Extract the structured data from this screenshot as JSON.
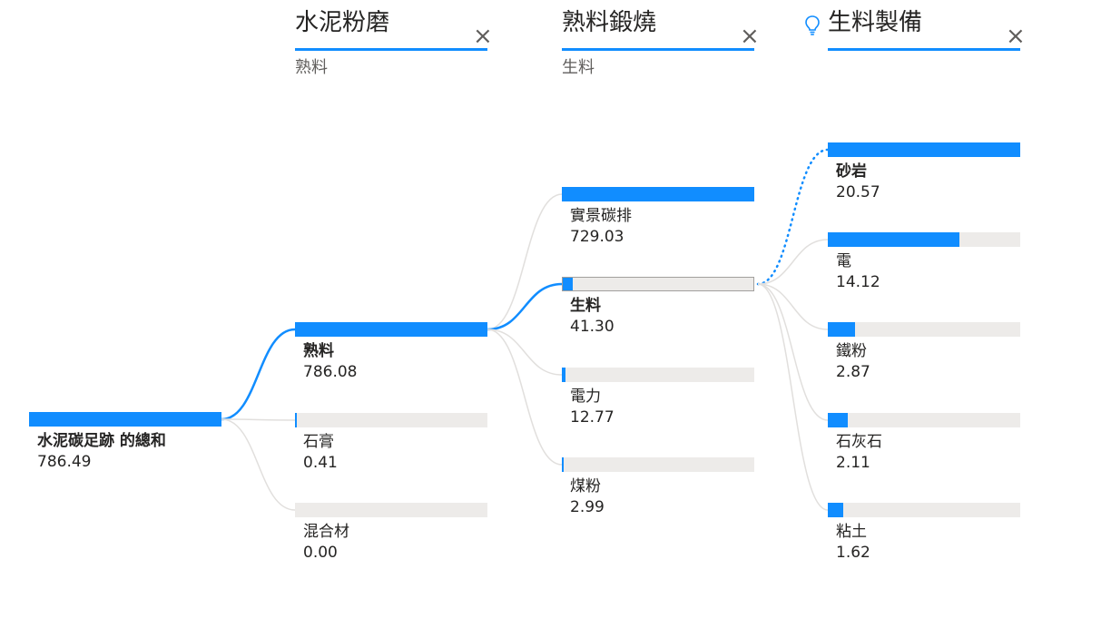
{
  "columns": [
    {
      "title": "水泥粉磨",
      "subtitle": "熟料",
      "close": "×"
    },
    {
      "title": "熟料鍛燒",
      "subtitle": "生料",
      "close": "×"
    },
    {
      "title": "生料製備",
      "subtitle": "",
      "close": "×",
      "icon": "lightbulb-icon"
    }
  ],
  "root": {
    "label": "水泥碳足跡 的總和",
    "value": "786.49",
    "fraction": 1.0
  },
  "levels": [
    [
      {
        "label": "熟料",
        "value": "786.08",
        "fraction": 1.0,
        "selected": true
      },
      {
        "label": "石膏",
        "value": "0.41",
        "fraction": 0.0005
      },
      {
        "label": "混合材",
        "value": "0.00",
        "fraction": 0.0
      }
    ],
    [
      {
        "label": "實景碳排",
        "value": "729.03",
        "fraction": 1.0
      },
      {
        "label": "生料",
        "value": "41.30",
        "fraction": 0.057,
        "selected": true
      },
      {
        "label": "電力",
        "value": "12.77",
        "fraction": 0.0175
      },
      {
        "label": "煤粉",
        "value": "2.99",
        "fraction": 0.0041
      }
    ],
    [
      {
        "label": "砂岩",
        "value": "20.57",
        "fraction": 1.0,
        "ai": true
      },
      {
        "label": "電",
        "value": "14.12",
        "fraction": 0.686
      },
      {
        "label": "鐵粉",
        "value": "2.87",
        "fraction": 0.14
      },
      {
        "label": "石灰石",
        "value": "2.11",
        "fraction": 0.103
      },
      {
        "label": "粘土",
        "value": "1.62",
        "fraction": 0.079
      }
    ]
  ],
  "colors": {
    "accent": "#118DFF",
    "track": "#EDEBE9",
    "connector": "#E1DFDD",
    "text": "#252423",
    "muted": "#605E5C"
  }
}
